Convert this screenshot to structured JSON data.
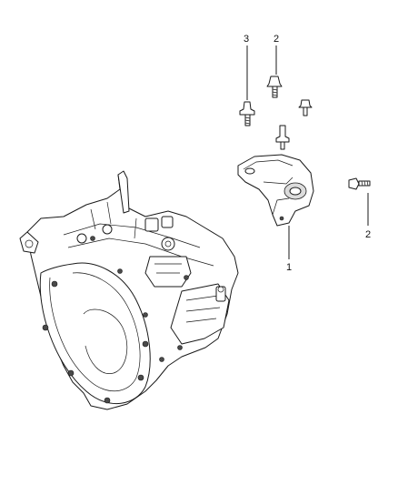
{
  "callouts": {
    "callout_3": "3",
    "callout_2_top": "2",
    "callout_2_right": "2",
    "callout_1": "1"
  }
}
